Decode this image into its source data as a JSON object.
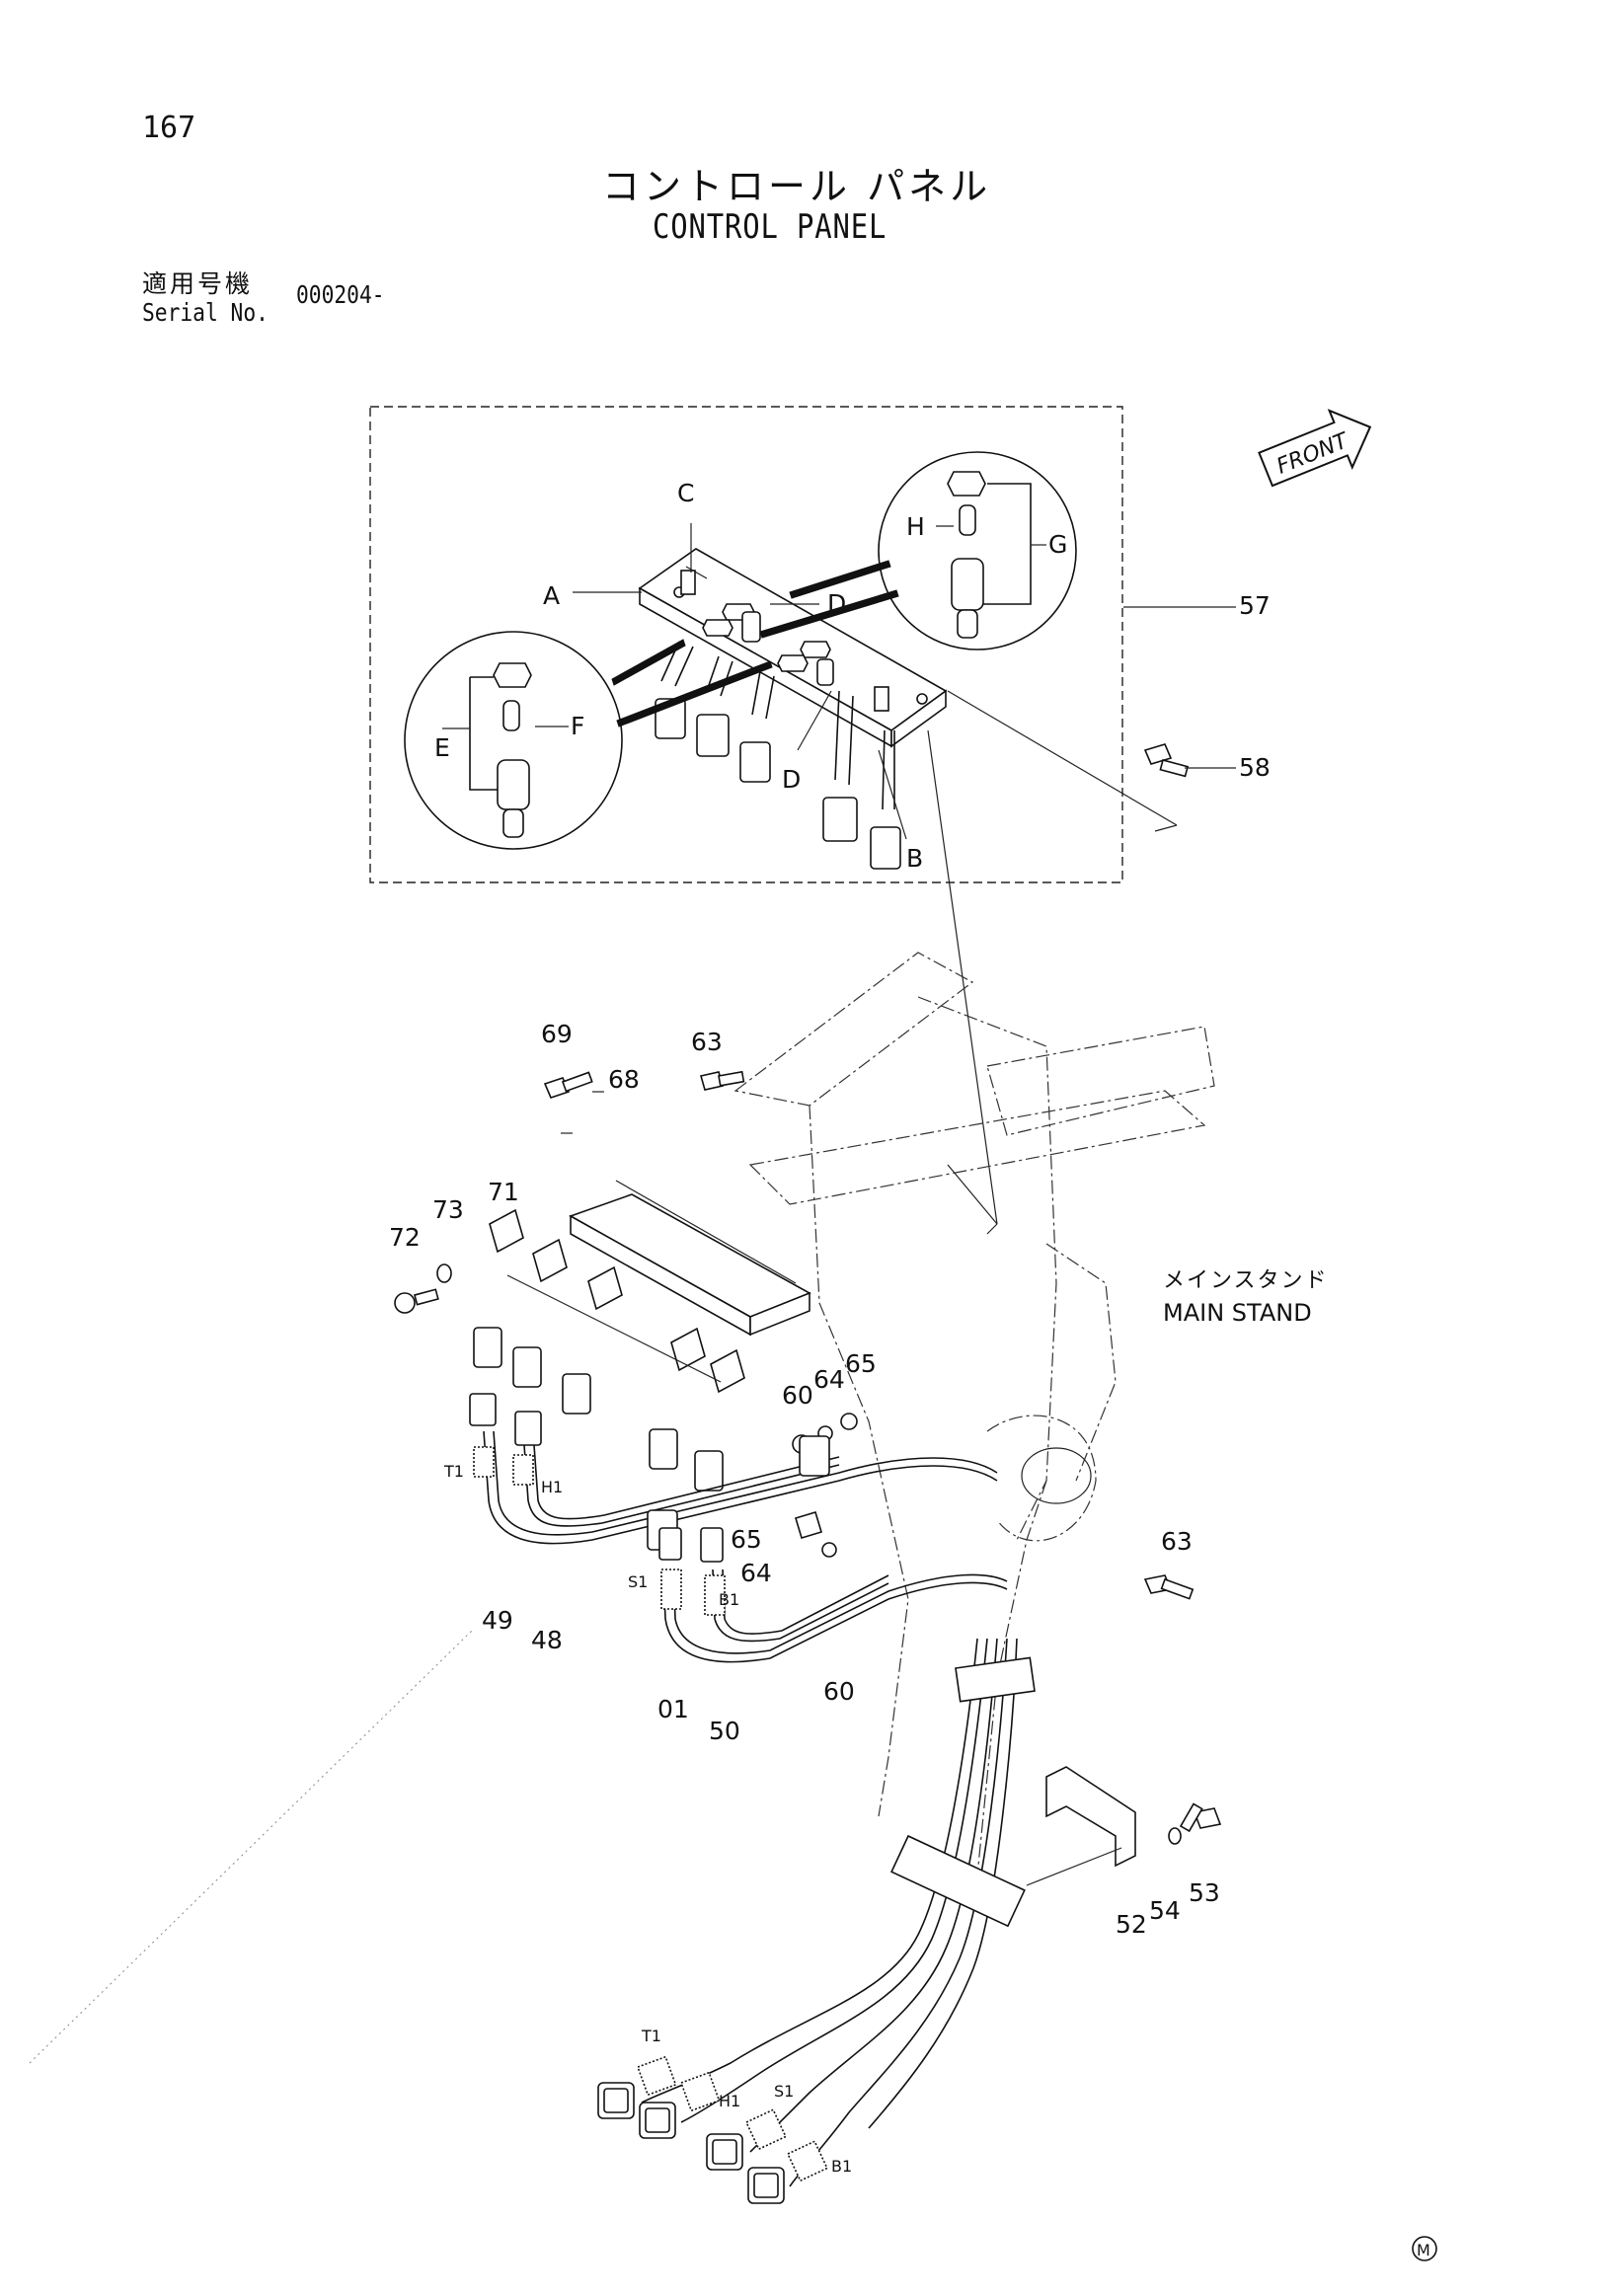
{
  "header": {
    "page_number": "167",
    "title_jp": "コントロール パネル",
    "title_en": "CONTROL PANEL",
    "serial_label_jp": "適用号機",
    "serial_label_en": "Serial No.",
    "serial_value": "000204-"
  },
  "front_label": "FRONT",
  "main_stand": {
    "jp": "メインスタンド",
    "en": "MAIN STAND"
  },
  "letter_callouts": [
    "A",
    "B",
    "C",
    "D",
    "D",
    "E",
    "F",
    "G",
    "H"
  ],
  "part_numbers": [
    "57",
    "58",
    "63",
    "63",
    "69",
    "68",
    "71",
    "72",
    "73",
    "60",
    "64",
    "65",
    "65",
    "64",
    "60",
    "49",
    "48",
    "01",
    "50",
    "52",
    "54",
    "53"
  ],
  "wire_tags": [
    "T1",
    "H1",
    "S1",
    "B1",
    "T1",
    "H1",
    "S1",
    "B1"
  ],
  "footer_mark": "M"
}
